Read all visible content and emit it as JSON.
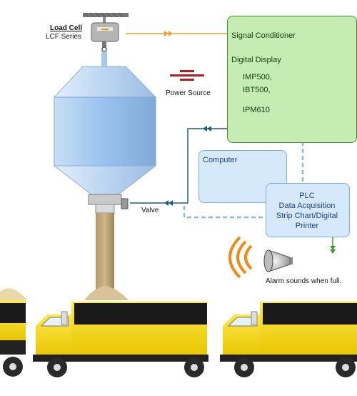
{
  "load_cell": {
    "title": "Load Cell",
    "series": "LCF Series"
  },
  "signal_conditioner_label": "Signal Conditioner",
  "digital_display_label": "Digital Display",
  "display_models": [
    "IMP500,",
    "IBT500,",
    "IPM610"
  ],
  "power_source_label": "Power Source",
  "computer_label": "Computer",
  "plc_lines": [
    "PLC",
    "Data Acquisition",
    "Strip Chart/Digital",
    "Printer"
  ],
  "valve_label": "Valve",
  "alarm_label": "Alarm sounds when full.",
  "colors": {
    "green_panel": "#c6ecb3",
    "blue_panel": "#d6e9fb",
    "orange_arrow": "#f0a030",
    "teal_arrow": "#1f5f78",
    "truck_yellow": "#f2d200",
    "hopper_blue": "#9cc4ee"
  },
  "icons": [
    "load-cell-icon",
    "signal-conditioner-icon",
    "digital-display-icon",
    "panel-meter-icon",
    "power-source-icon",
    "computer-icon",
    "valve-icon",
    "alarm-horn-icon",
    "truck-icon"
  ]
}
